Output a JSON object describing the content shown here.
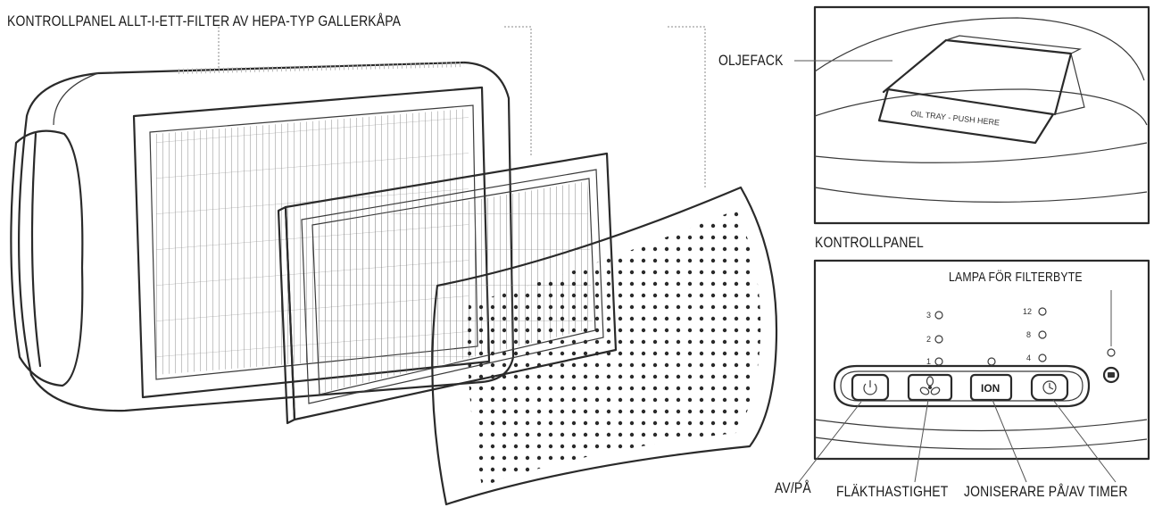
{
  "labels": {
    "top": "KONTROLLPANEL ALLT-I-ETT-FILTER AV HEPA-TYP GALLERKÅPA",
    "oil_tray": "OLJEFACK",
    "control_panel": "KONTROLLPANEL",
    "filter_light": "LAMPA FÖR FILTERBYTE",
    "power": "AV/PÅ",
    "fan_speed": "FLÄKTHASTIGHET",
    "ionizer_timer": "JONISERARE PÅ/AV TIMER"
  },
  "tray_text": "OIL TRAY - PUSH HERE",
  "panel": {
    "fan_levels": [
      "3",
      "2",
      "1"
    ],
    "timer_levels": [
      "12",
      "8",
      "4"
    ],
    "ion_button": "ION"
  },
  "icons": [
    "power-icon",
    "fan-icon",
    "timer-icon",
    "filter-reset-icon"
  ],
  "colors": {
    "ink": "#2a2a2a",
    "background": "#ffffff"
  }
}
